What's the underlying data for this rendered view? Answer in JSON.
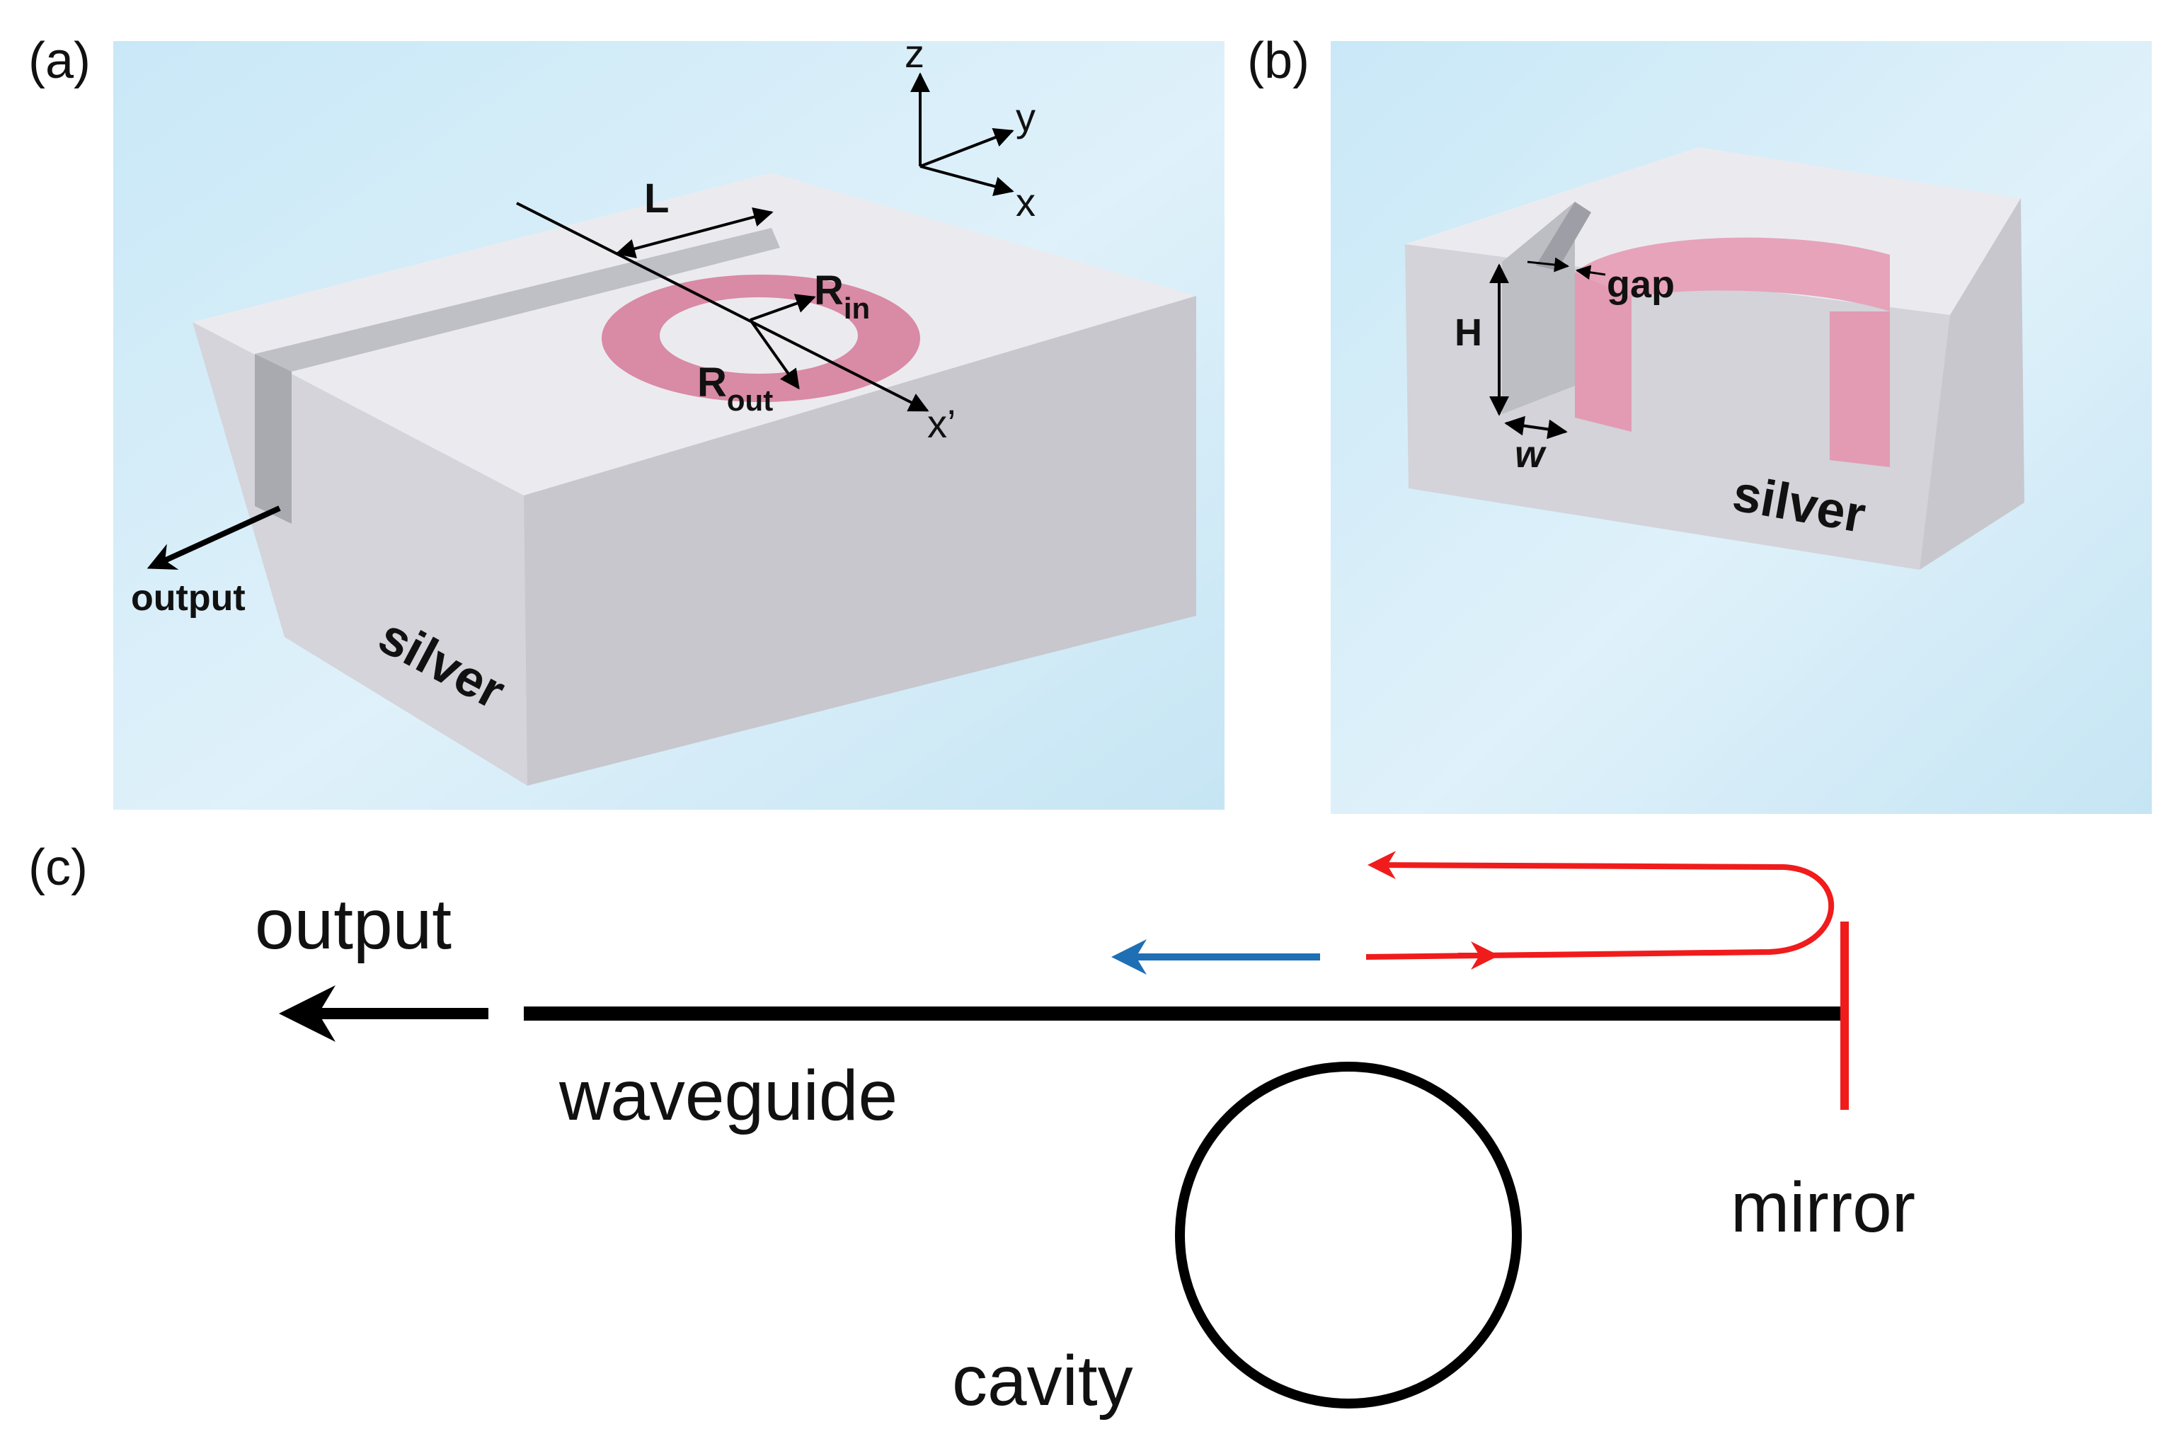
{
  "panels": {
    "a": {
      "label": "(a)",
      "axes": {
        "z": "z",
        "y": "y",
        "x": "x",
        "x_prime": "x’"
      },
      "L": "L",
      "R_in": {
        "main": "R",
        "sub": "in"
      },
      "R_out": {
        "main": "R",
        "sub": "out"
      },
      "output": "output",
      "material": "silver"
    },
    "b": {
      "label": "(b)",
      "gap": "gap",
      "H": "H",
      "w": "w",
      "material": "silver"
    },
    "c": {
      "label": "(c)",
      "output": "output",
      "waveguide": "waveguide",
      "mirror": "mirror",
      "cavity": "cavity"
    }
  },
  "colors": {
    "background_panel": "#cfeaf6",
    "silver_light": "#eaeaee",
    "silver_mid": "#d6d6dc",
    "silver_dark": "#c2c2c8",
    "ring_pink": "#d98aa4",
    "reflection_red": "#f01c1c",
    "blue_arrow": "#1f6fb5",
    "line_black": "#000000"
  }
}
